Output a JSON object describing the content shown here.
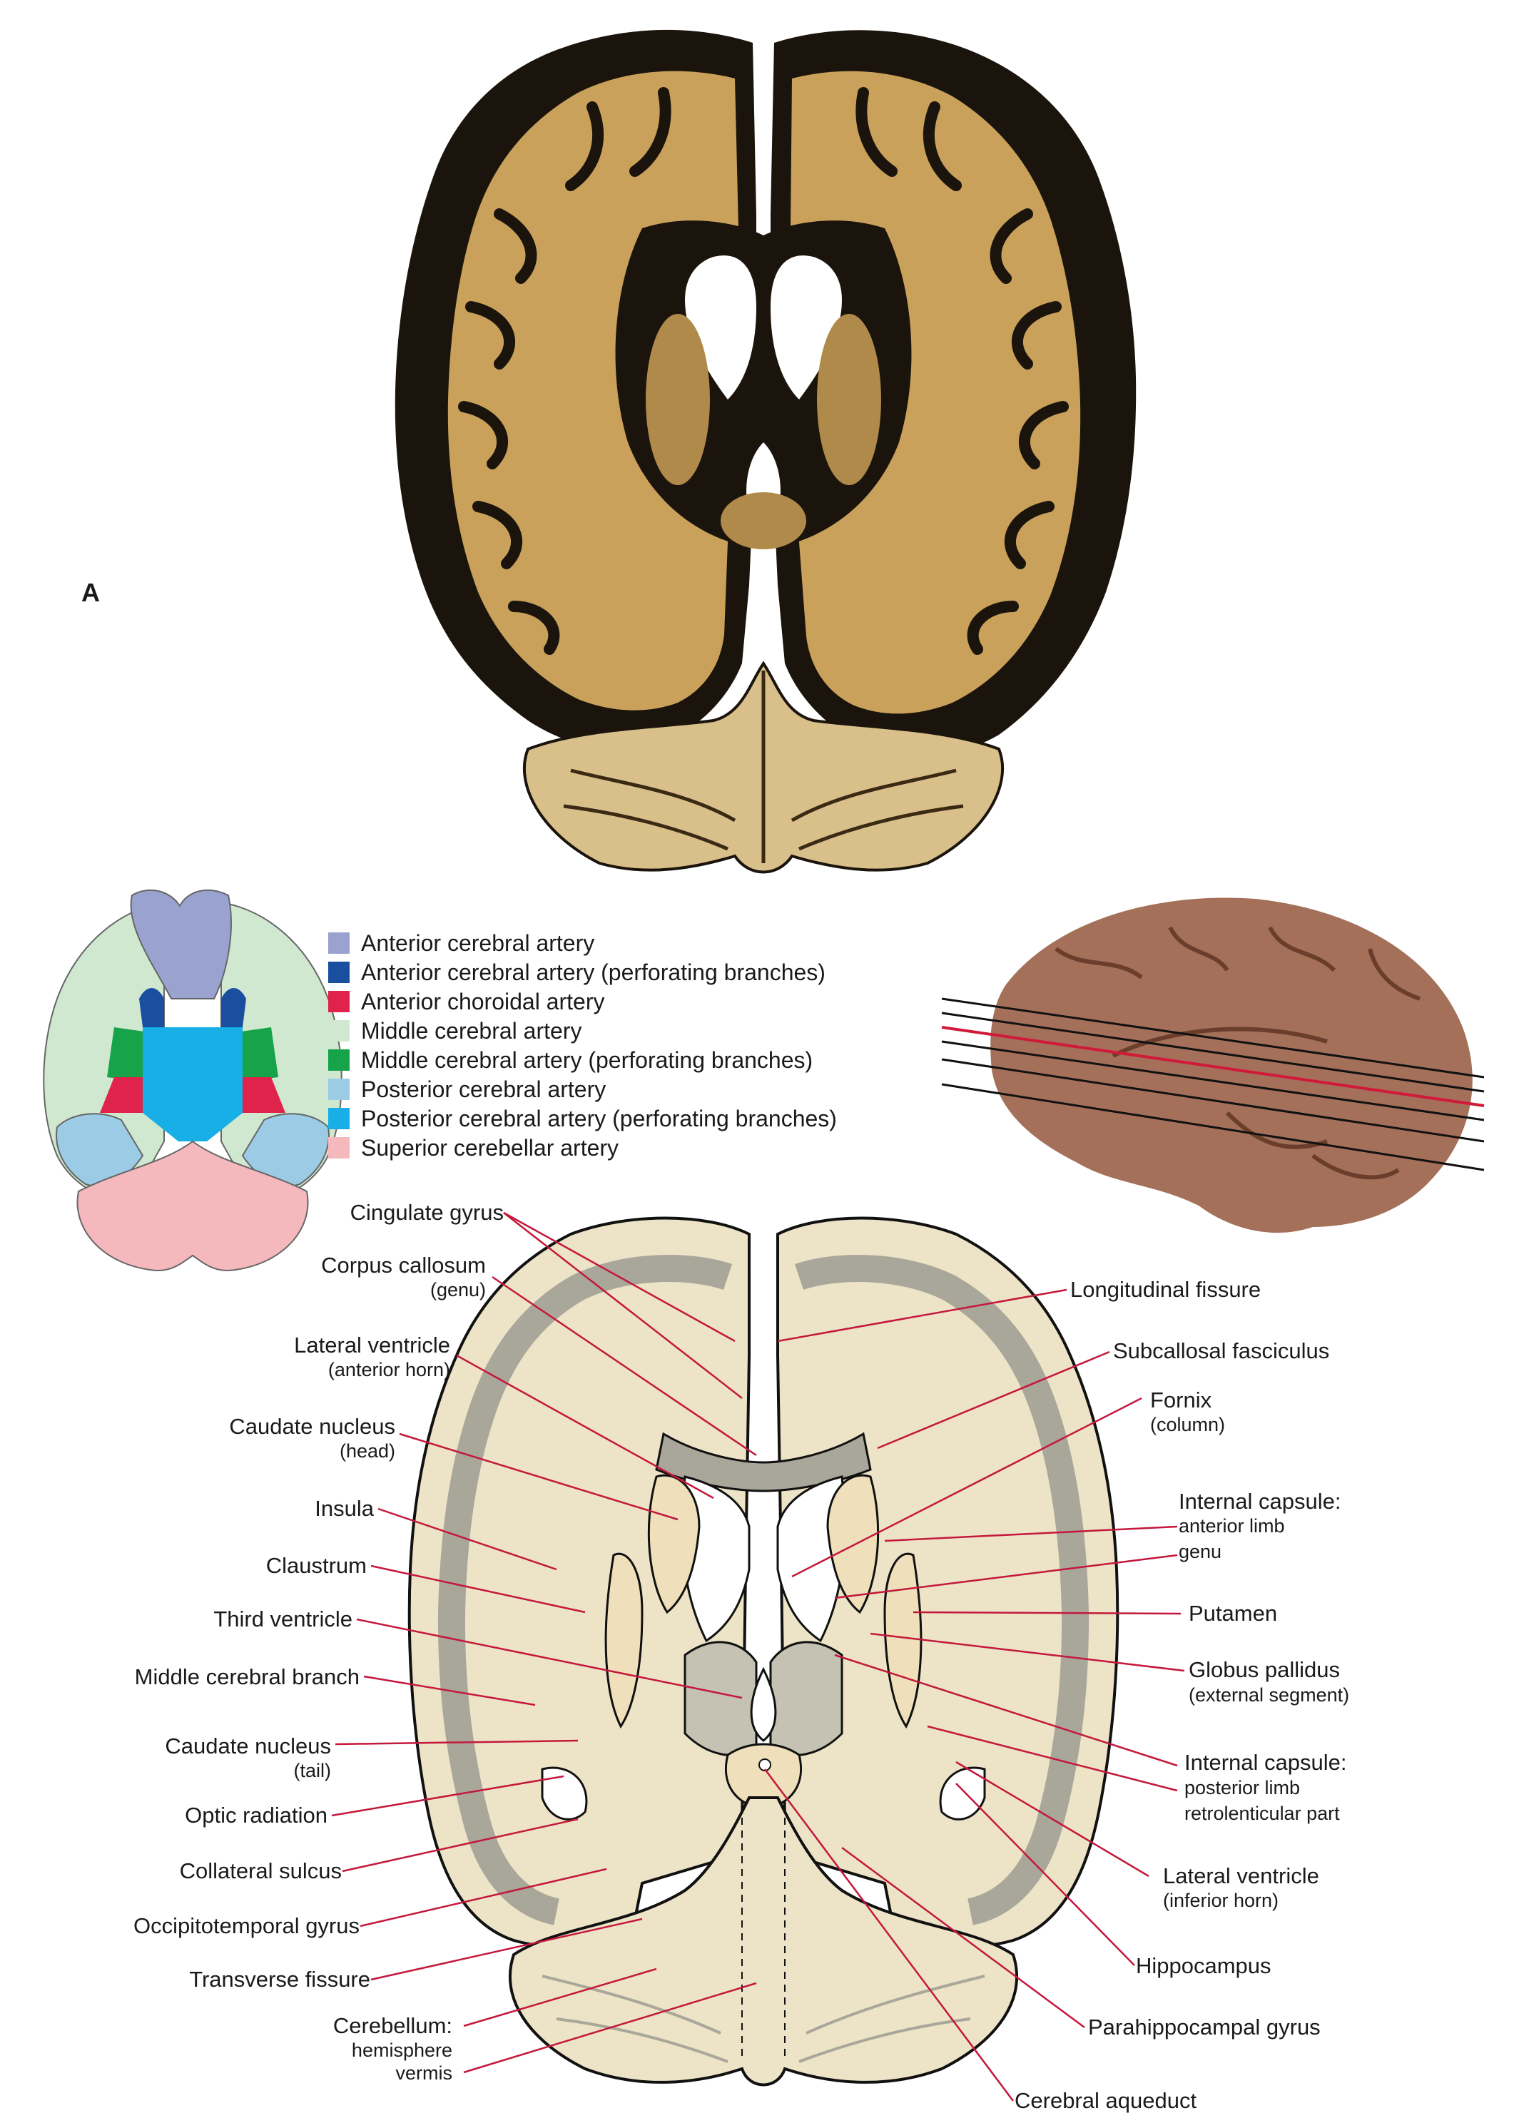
{
  "panel_letter": "A",
  "legend": [
    {
      "label": "Anterior cerebral artery",
      "color": "#9aa3cf"
    },
    {
      "label": "Anterior cerebral artery (perforating branches)",
      "color": "#1a4fa0"
    },
    {
      "label": "Anterior choroidal artery",
      "color": "#e0234a"
    },
    {
      "label": "Middle cerebral artery",
      "color": "#cfe8cf"
    },
    {
      "label": "Middle cerebral artery (perforating branches)",
      "color": "#16a34a"
    },
    {
      "label": "Posterior cerebral artery",
      "color": "#9ccbe6"
    },
    {
      "label": "Posterior cerebral artery (perforating branches)",
      "color": "#18aee6"
    },
    {
      "label": "Superior cerebellar artery",
      "color": "#f4b8bd"
    }
  ],
  "colors": {
    "photo_white_matter": "#c9a15b",
    "photo_gray_matter": "#1b140c",
    "photo_cerebellum": "#d9c08a",
    "sagittal_brain": "#a4705a",
    "section_fill": "#ede4c7",
    "section_gray": "#a9a69a",
    "leader_line": "#c4183c",
    "plane_line": "#111111",
    "plane_line_red": "#d01a3a"
  },
  "labels_left": {
    "cingulate_gyrus": "Cingulate gyrus",
    "corpus_callosum": "Corpus callosum",
    "corpus_callosum_sub": "(genu)",
    "lateral_ventricle": "Lateral ventricle",
    "lateral_ventricle_sub": "(anterior horn)",
    "caudate_nucleus": "Caudate nucleus",
    "caudate_nucleus_sub": "(head)",
    "insula": "Insula",
    "claustrum": "Claustrum",
    "third_ventricle": "Third ventricle",
    "middle_cerebral_branch": "Middle cerebral branch",
    "caudate_tail": "Caudate nucleus",
    "caudate_tail_sub": "(tail)",
    "optic_radiation": "Optic radiation",
    "collateral_sulcus": "Collateral sulcus",
    "occipitotemporal_gyrus": "Occipitotemporal gyrus",
    "transverse_fissure": "Transverse fissure",
    "cerebellum": "Cerebellum:",
    "cerebellum_hemisphere": "hemisphere",
    "cerebellum_vermis": "vermis"
  },
  "labels_right": {
    "longitudinal_fissure": "Longitudinal fissure",
    "subcallosal_fasciculus": "Subcallosal fasciculus",
    "fornix": "Fornix",
    "fornix_sub": "(column)",
    "internal_capsule": "Internal capsule:",
    "internal_capsule_anterior": "anterior limb",
    "internal_capsule_genu": "genu",
    "putamen": "Putamen",
    "globus_pallidus": "Globus pallidus",
    "globus_pallidus_sub": "(external segment)",
    "internal_capsule_2": "Internal capsule:",
    "internal_capsule_posterior": "posterior limb",
    "internal_capsule_retro": "retrolenticular part",
    "lateral_ventricle_inf": "Lateral ventricle",
    "lateral_ventricle_inf_sub": "(inferior horn)",
    "hippocampus": "Hippocampus",
    "parahippocampal_gyrus": "Parahippocampal gyrus",
    "cerebral_aqueduct": "Cerebral aqueduct"
  }
}
